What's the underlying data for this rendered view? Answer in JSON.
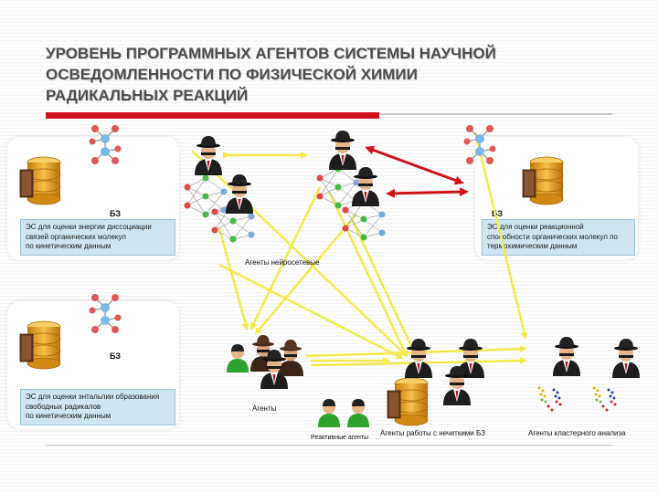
{
  "title": {
    "lines": [
      "УРОВЕНЬ ПРОГРАММНЫХ АГЕНТОВ СИСТЕМЫ НАУЧНОЙ",
      "ОСВЕДОМЛЕННОСТИ ПО ФИЗИЧЕСКОЙ ХИМИИ",
      "РАДИКАЛЬНЫХ РЕАКЦИЙ"
    ]
  },
  "colors": {
    "accent_red": "#d0121b",
    "arrow_yellow": "#f2ea4a",
    "arrow_red": "#d0121b",
    "es_box_fill": "#cfe6f2",
    "database_gold": "#e8a21a",
    "agent_green": "#2fa32f"
  },
  "knowledge_bases": [
    {
      "label": "БЗ",
      "es_lines": [
        "ЭС для оценки энергии диссоциации",
        "связей органических молекул",
        "по кинетическим данным"
      ]
    },
    {
      "label": "БЗ",
      "es_lines": [
        "ЭС для оценки реакционной",
        "способности органических молекул по",
        "термохимическим данным"
      ]
    },
    {
      "label": "БЗ",
      "es_lines": [
        "ЭС для оценки энтальпии образования",
        "свободных радикалов",
        "по кинетическим данным"
      ]
    }
  ],
  "captions": {
    "neural_agents": "Агенты нейросетевые",
    "agents": "Агенты",
    "reactive_agents": "Реактивные агенты",
    "fuzzy_kb_agents": "Агенты работы с нечеткими БЗ",
    "cluster_agents": "Агенты кластерного анализа"
  },
  "icons": [
    "database-icon",
    "molecule-icon",
    "agent-icon",
    "neural-network-icon",
    "scatter-plot-icon"
  ]
}
